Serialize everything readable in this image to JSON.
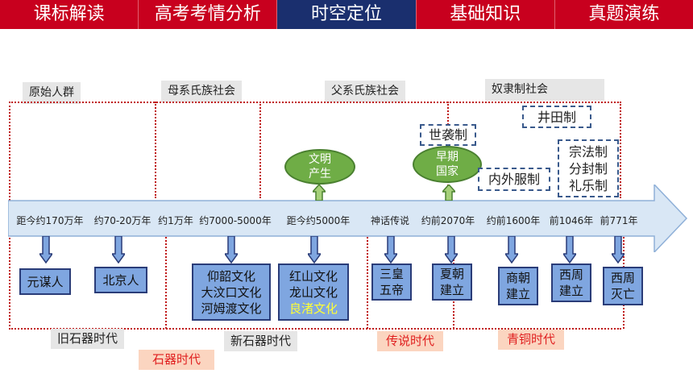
{
  "nav": {
    "tabs": [
      "课标解读",
      "高考考情分析",
      "时空定位",
      "基础知识",
      "真题演练"
    ],
    "active_index": 2
  },
  "eras": {
    "primitive": "原始人群",
    "matriarchal": "母系氏族社会",
    "patriarchal": "父系氏族社会",
    "slavery": "奴隶制社会"
  },
  "timeline": {
    "labels": [
      "距今约170万年",
      "约70-20万年",
      "约1万年",
      "约7000-5000年",
      "距今约5000年",
      "神话传说",
      "约前2070年",
      "约前1600年",
      "前1046年",
      "前771年"
    ]
  },
  "events": {
    "yuanmou": "元谋人",
    "beijing": "北京人",
    "yangshao": [
      "仰韶文化",
      "大汶口文化",
      "河姆渡文化"
    ],
    "hongshan": [
      "红山文化",
      "龙山文化",
      "良渚文化"
    ],
    "sanhuang": [
      "三皇",
      "五帝"
    ],
    "xia": [
      "夏朝",
      "建立"
    ],
    "shang": [
      "商朝",
      "建立"
    ],
    "xizhou_founded": [
      "西周",
      "建立"
    ],
    "xizhou_fall": [
      "西周",
      "灭亡"
    ]
  },
  "ellipses": {
    "civilization": [
      "文明",
      "产生"
    ],
    "early_state": [
      "早期",
      "国家"
    ]
  },
  "systems": {
    "hereditary": "世袭制",
    "well_field": "井田制",
    "inner_outer": "内外服制",
    "clan": [
      "宗法制",
      "分封制",
      "礼乐制"
    ]
  },
  "bottom": {
    "paleolithic": "旧石器时代",
    "stone_age": "石器时代",
    "neolithic": "新石器时代",
    "legendary": "传说时代",
    "bronze": "青铜时代"
  },
  "colors": {
    "red": "#c8001e",
    "navy": "#1a2f6e",
    "box_blue": "#7fa6e0",
    "green": "#6fad46",
    "dotted_red": "#c01818",
    "yellow": "#ffff33"
  }
}
